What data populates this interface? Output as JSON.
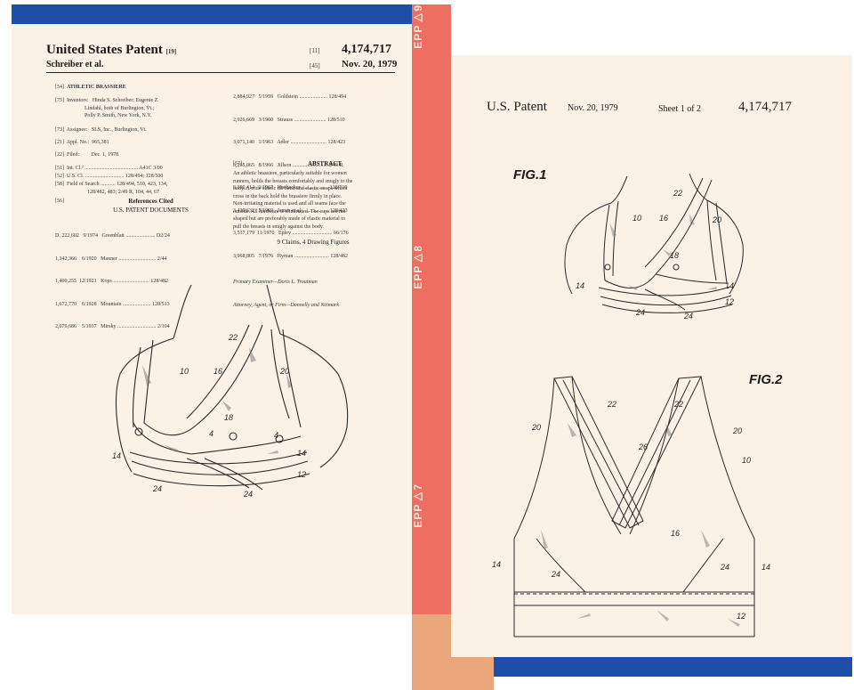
{
  "strip_labels": [
    "EPP▷9",
    "EPP▷8",
    "EPP▷7"
  ],
  "page1": {
    "title": "United States Patent",
    "title_code": "[19]",
    "authors": "Schreiber et al.",
    "number_code": "[11]",
    "number": "4,174,717",
    "date_code": "[45]",
    "date": "Nov. 20, 1979",
    "left_col": [
      {
        "code": "[54]",
        "text": "ATHLETIC BRASSIERE"
      },
      {
        "code": "[75]",
        "text": "Inventors:   Hinda S. Schreiber; Eugenie Z.\n                      Lindahl, both of Burlington, Vt.;\n                      Polly P. Smith, New York, N.Y."
      },
      {
        "code": "[73]",
        "text": "Assignee:   SLS, Inc., Burlington, Vt."
      },
      {
        "code": "[21]",
        "text": "Appl. No.:  965,381"
      },
      {
        "code": "[22]",
        "text": "Filed:         Dec. 1, 1978"
      },
      {
        "code": "[51]",
        "text": "Int. Cl.² ........................................ A41C 3/00"
      },
      {
        "code": "[52]",
        "text": "U.S. Cl. ............................. 128/494; 128/500"
      },
      {
        "code": "[58]",
        "text": "Field of Search ........... 128/494, 510, 423, 134,\n                        128/482, 483; 2/49 R, 104, 44, 67"
      }
    ],
    "refs_code": "[56]",
    "refs_title": "References Cited",
    "refs_subtitle": "U.S. PATENT DOCUMENTS",
    "refs": [
      "D. 222,602   9/1974   Greenblatt ...................... D2/24",
      "1,342,366    6/1920   Maxner ............................ 2/44",
      "1,400,255  12/1921   Kops ........................... 128/482",
      "1,672,770    6/1928   Mountain ..................... 128/513",
      "2,079,686    5/1937   Mirsky ............................. 2/104"
    ],
    "right_refs": [
      "2,884,927   5/1959   Goldstein ..................... 128/494",
      "2,926,669   3/1960   Strauss ........................ 128/510",
      "3,071,140   1/1963   Adler ........................... 128/423",
      "3,265,065   8/1966   Jillson .......................... 2/49 R",
      "3,300,414   1/1967   Hoehecker .................... 128/510",
      "3,430,632   3/1969   James et al. ................... 128/423",
      "3,537,179  11/1970   Epley .............................. 66/176",
      "3,968,805   7/1976   Hyman .......................... 128/482"
    ],
    "examiner": "Primary Examiner—Doris L. Troutman",
    "attorney": "Attorney, Agent, or Firm—Donnelly and Neimark",
    "abstract_code": "[57]",
    "abstract_title": "ABSTRACT",
    "abstract": "An athletic brassiere, particularly suitable for women\nrunners, holds the breasts comfortably and snugly to the\nbody. A wide elastic rib band and elastic straps which\ncross in the back hold the brassiere firmly in place.\nNon-irritating material is used and all seams face the\noutside. All hardware is eliminated. The cups are not\nshaped but are preferably made of elastic material to\npull the breasts in snugly against the body.",
    "claims": "9 Claims, 4 Drawing Figures",
    "callouts": [
      "22",
      "10",
      "16",
      "20",
      "18",
      "4",
      "4",
      "14",
      "14",
      "12",
      "24",
      "24"
    ]
  },
  "page2": {
    "patent_label": "U.S. Patent",
    "date": "Nov. 20, 1979",
    "sheet": "Sheet 1 of 2",
    "number": "4,174,717",
    "fig1": {
      "label": "FIG.1",
      "callouts": [
        "22",
        "10",
        "16",
        "20",
        "18",
        "14",
        "14",
        "12",
        "24",
        "24"
      ]
    },
    "fig2": {
      "label": "FIG.2",
      "callouts": [
        "22",
        "22",
        "20",
        "20",
        "26",
        "10",
        "16",
        "14",
        "14",
        "24",
        "24",
        "12"
      ]
    }
  },
  "colors": {
    "blue_bar": "#1e4fa8",
    "coral_strip": "#ee6f61",
    "peach_block": "#e8a67a",
    "page_bg": "#fbf1e4"
  }
}
